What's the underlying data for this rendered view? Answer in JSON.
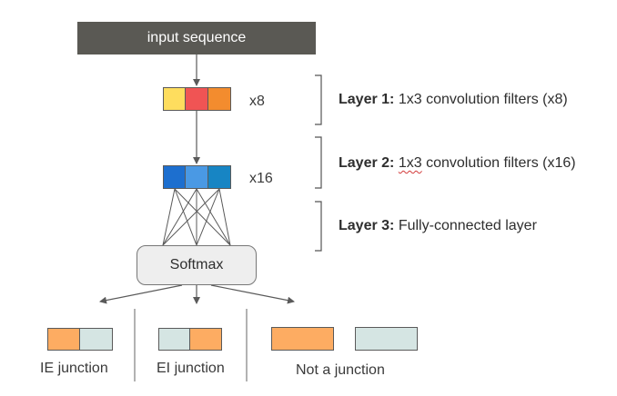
{
  "input": {
    "label": "input sequence"
  },
  "layer1": {
    "multiplier": "x8",
    "cells": [
      "#fedd5e",
      "#f05454",
      "#f38c2e"
    ],
    "title": "Layer 1:",
    "description": "1x3 convolution filters (x8)"
  },
  "layer2": {
    "multiplier": "x16",
    "cells": [
      "#1d6fcf",
      "#4a99e4",
      "#1785c4"
    ],
    "title": "Layer 2:",
    "description_prefix": "1x3",
    "description_rest": " convolution filters (x16)"
  },
  "layer3": {
    "title": "Layer 3:",
    "description": "Fully-connected layer"
  },
  "softmax": {
    "label": "Softmax"
  },
  "outputs": [
    {
      "label": "IE junction",
      "cells": [
        "#fdac62",
        "#d5e5e3"
      ]
    },
    {
      "label": "EI junction",
      "cells": [
        "#d5e5e3",
        "#fdac62"
      ]
    },
    {
      "label": "Not a junction",
      "cells": [
        "#fdac62",
        "#d5e5e3"
      ]
    }
  ],
  "colors": {
    "arrow": "#5a5a5a",
    "bracket": "#555555",
    "input_bg": "#5a5954",
    "softmax_bg": "#eeeeee"
  }
}
